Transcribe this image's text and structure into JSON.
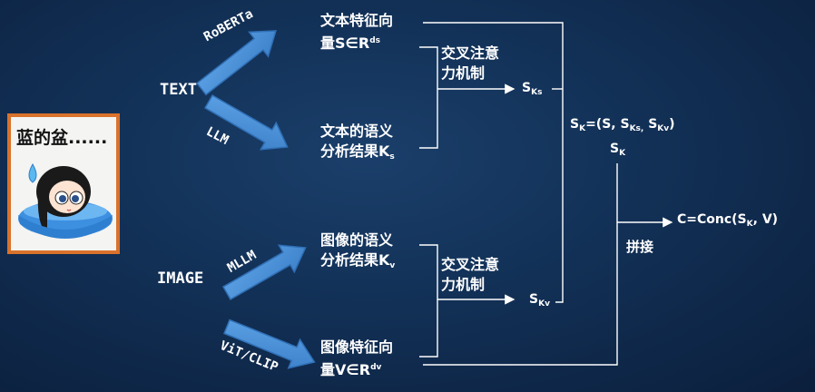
{
  "input_text": "TEXT",
  "input_image": "IMAGE",
  "arrow_labels": {
    "roberta": "RoBERTa",
    "llm": "LLM",
    "mllm": "MLLM",
    "vit_clip": "ViT/CLIP"
  },
  "text_feature": {
    "line1": "文本特征向",
    "line2_prefix": "量S∈R",
    "line2_sup": "ds"
  },
  "text_semantic": {
    "line1": "文本的语义",
    "line2_prefix": "分析结果K",
    "line2_sub": "s"
  },
  "image_semantic": {
    "line1": "图像的语义",
    "line2_prefix": "分析结果K",
    "line2_sub": "v"
  },
  "image_feature": {
    "line1": "图像特征向",
    "line2_prefix": "量V∈R",
    "line2_sup": "dv"
  },
  "cross_attention_top": {
    "line1": "交叉注意",
    "line2": "力机制"
  },
  "cross_attention_bottom": {
    "line1": "交叉注意",
    "line2": "力机制"
  },
  "sks": {
    "base": "S",
    "sub": "Ks"
  },
  "skv": {
    "base": "S",
    "sub": "Kv"
  },
  "sk_formula": {
    "p1": "S",
    "s1": "K",
    "p2": "=(S, S",
    "s2": "Ks,",
    "p3": " S",
    "s3": "Kv",
    "p4": ")"
  },
  "sk_label": {
    "base": "S",
    "sub": "K"
  },
  "concat_label": "拼接",
  "final_formula": {
    "p1": "C=Conc(S",
    "s1": "K",
    "p2": ", V)"
  },
  "photo_caption": "蓝的盆......",
  "colors": {
    "arrow_fill": "#4a8fd6",
    "arrow_stroke": "#2f6fb5",
    "line": "#ffffff",
    "frame": "#d9722b"
  }
}
